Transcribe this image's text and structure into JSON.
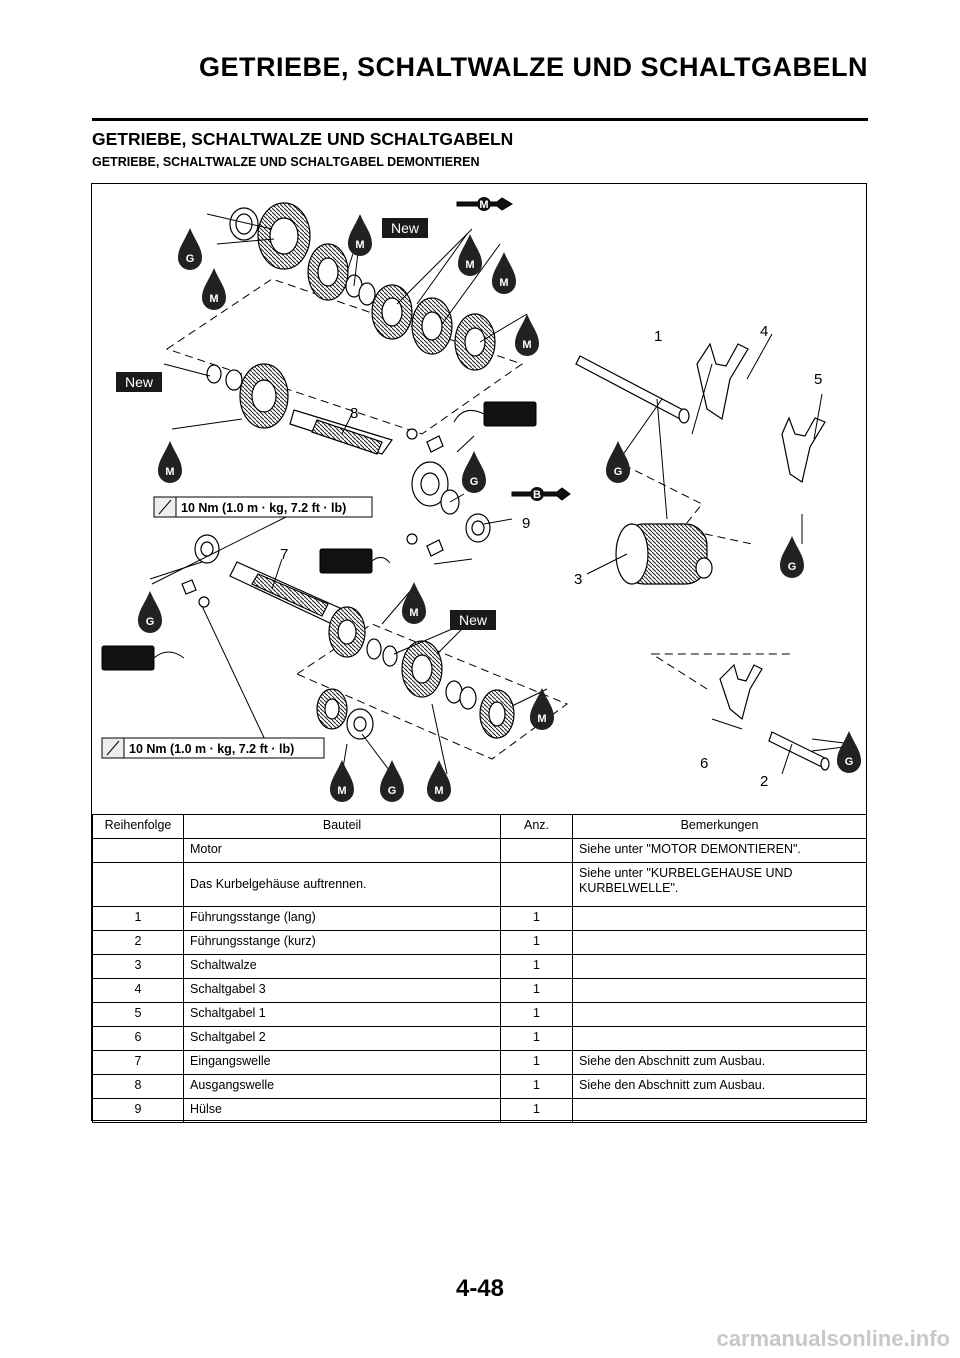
{
  "header": {
    "title": "GETRIEBE, SCHALTWALZE UND SCHALTGABELN"
  },
  "section": {
    "title": "GETRIEBE, SCHALTWALZE UND SCHALTGABELN",
    "subtitle": "GETRIEBE, SCHALTWALZE UND SCHALTGABEL DEMONTIEREN"
  },
  "diagram": {
    "torque_top": "10 Nm (1.0 m · kg, 7.2 ft · lb)",
    "torque_bottom": "10 Nm (1.0 m · kg, 7.2 ft · lb)",
    "badge_new": "New",
    "lub_m": "M",
    "lub_g": "G",
    "lub_b": "B",
    "callouts": [
      "1",
      "2",
      "3",
      "4",
      "5",
      "6",
      "7",
      "8",
      "9"
    ]
  },
  "table": {
    "headers": [
      "Reihenfolge",
      "Bauteil",
      "Anz.",
      "Bemerkungen"
    ],
    "rows": [
      [
        "",
        "Motor",
        "",
        "Siehe unter \"MOTOR DEMONTIEREN\"."
      ],
      [
        "",
        "Das Kurbelgehäuse auftrennen.",
        "",
        "Siehe unter \"KURBELGEHAUSE UND KURBELWELLE\"."
      ],
      [
        "1",
        "Führungsstange (lang)",
        "1",
        ""
      ],
      [
        "2",
        "Führungsstange (kurz)",
        "1",
        ""
      ],
      [
        "3",
        "Schaltwalze",
        "1",
        ""
      ],
      [
        "4",
        "Schaltgabel 3",
        "1",
        ""
      ],
      [
        "5",
        "Schaltgabel 1",
        "1",
        ""
      ],
      [
        "6",
        "Schaltgabel 2",
        "1",
        ""
      ],
      [
        "7",
        "Eingangswelle",
        "1",
        "Siehe den Abschnitt zum Ausbau."
      ],
      [
        "8",
        "Ausgangswelle",
        "1",
        "Siehe den Abschnitt zum Ausbau."
      ],
      [
        "9",
        "Hülse",
        "1",
        ""
      ]
    ]
  },
  "footer": {
    "page_number": "4-48",
    "watermark": "carmanualsonline.info"
  }
}
